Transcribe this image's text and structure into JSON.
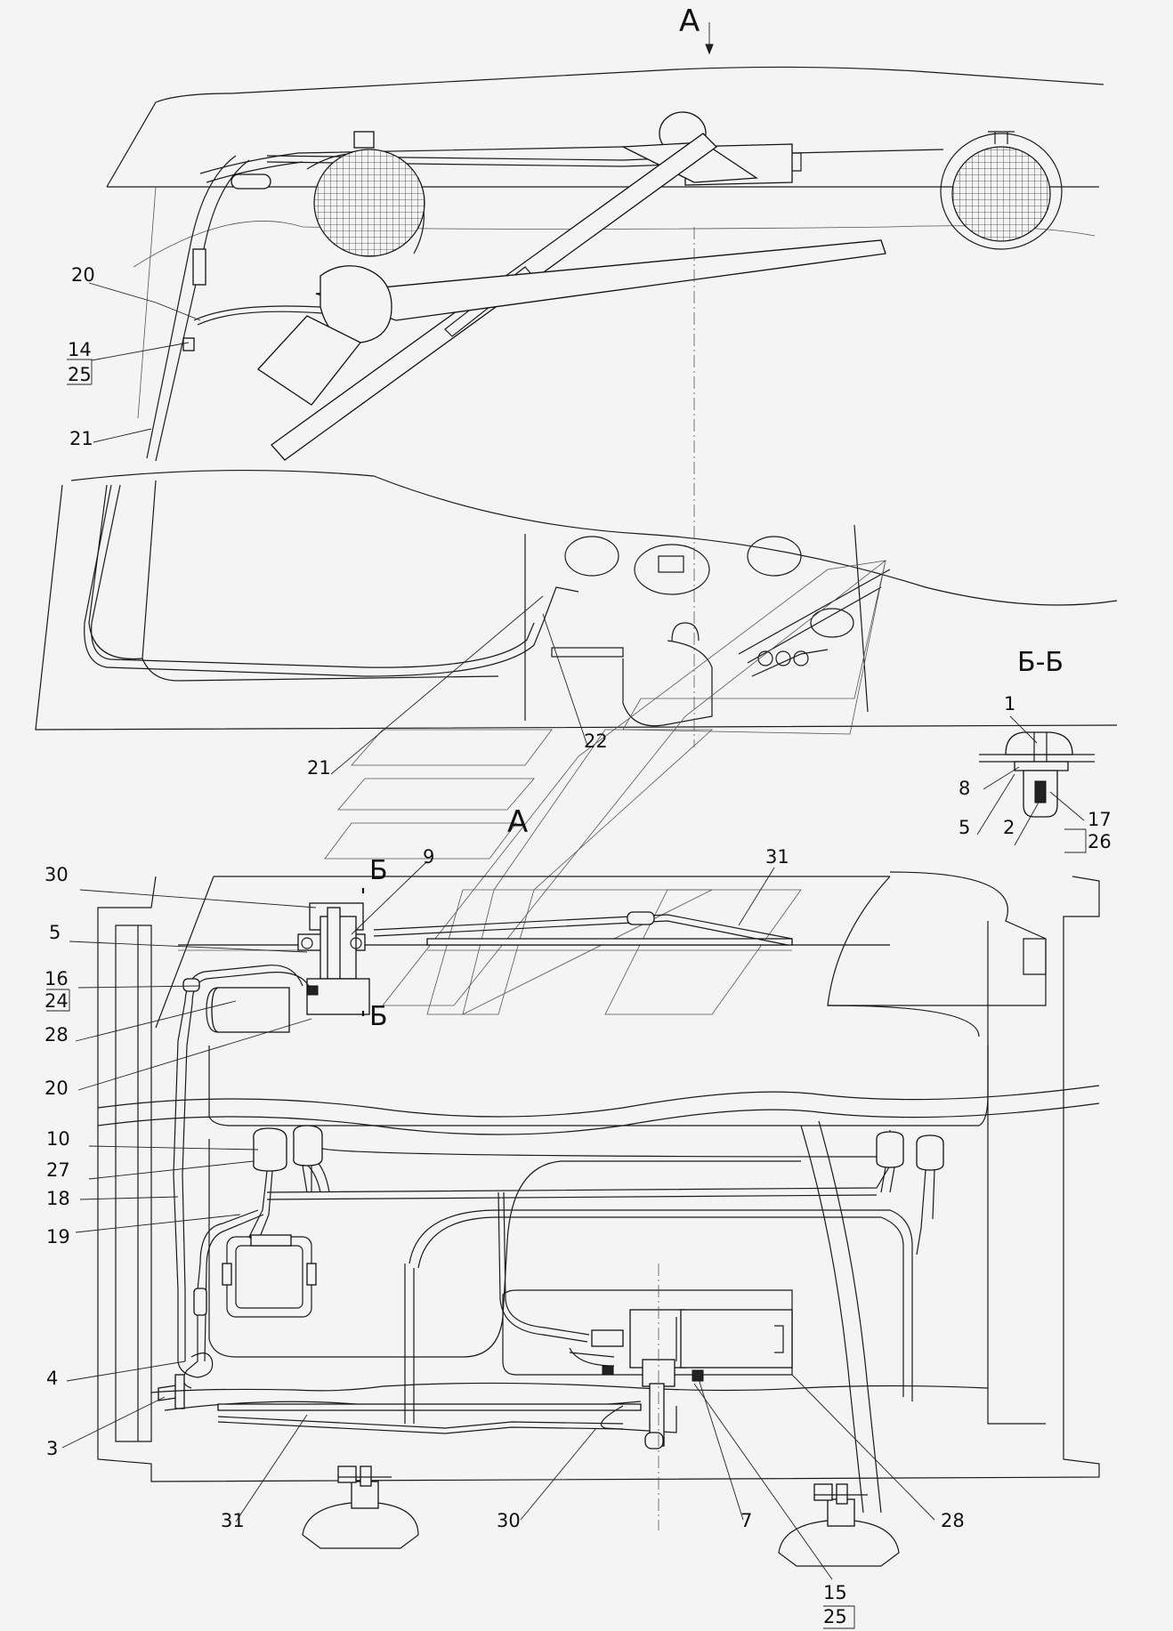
{
  "colors": {
    "background": "#f4f4f4",
    "ink": "#111111"
  },
  "view_labels": {
    "view_a_top": "А",
    "view_a_mid": "А",
    "section": "Б-Б",
    "section_mark_top": "Б",
    "section_mark_bottom": "Б"
  },
  "callouts": {
    "c20_top": "20",
    "c14": "14",
    "c25_top": "25",
    "c21_top": "21",
    "c21_mid": "21",
    "c22": "22",
    "s1": "1",
    "s8": "8",
    "s5": "5",
    "s2": "2",
    "s17": "17",
    "s26": "26",
    "c30_top": "30",
    "c9": "9",
    "c31_top": "31",
    "c5": "5",
    "c16": "16",
    "c24": "24",
    "c28_left": "28",
    "c20_mid": "20",
    "c10": "10",
    "c27": "27",
    "c18": "18",
    "c19": "19",
    "c4": "4",
    "c3": "3",
    "c31_bot": "31",
    "c30_bot": "30",
    "c7": "7",
    "c28_bot": "28",
    "c15": "15",
    "c25_bot": "25"
  }
}
